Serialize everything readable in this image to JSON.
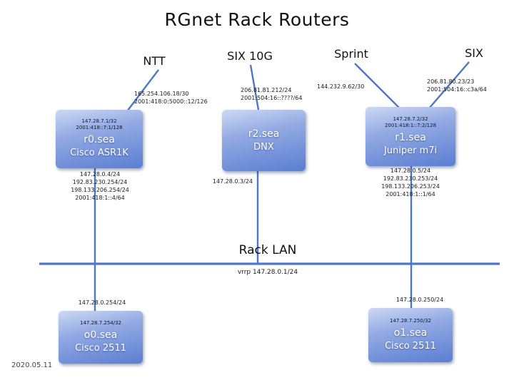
{
  "title": "RGnet Rack Routers",
  "footer_date": "2020.05.11",
  "lan": {
    "label": "Rack LAN",
    "vrrp": "vrrp 147.28.0.1/24"
  },
  "uplinks": {
    "ntt": {
      "label": "NTT",
      "addrs": [
        "165.254.106.18/30",
        "2001:418:0:5000::12/126"
      ]
    },
    "six10g": {
      "label": "SIX 10G",
      "addrs": [
        "206.81.81.212/24",
        "2001:504:16::????/64"
      ]
    },
    "sprint": {
      "label": "Sprint",
      "addrs": [
        "144.232.9.62/30"
      ]
    },
    "six": {
      "label": "SIX",
      "addrs": [
        "206.81.80.23/23",
        "2001:504:16::c3a/64"
      ]
    }
  },
  "routers": {
    "r0": {
      "name": "r0.sea",
      "model": "Cisco ASR1K",
      "loopbacks": [
        "147.28.7.1/32",
        "2001:418::7:1/128"
      ],
      "lan_addrs": [
        "147.28.0.4/24",
        "192.83.230.254/24",
        "198.133.206.254/24",
        "2001:418:1::4/64"
      ]
    },
    "r2": {
      "name": "r2.sea",
      "model": "DNX",
      "lan_addrs": [
        "147.28.0.3/24"
      ]
    },
    "r1": {
      "name": "r1.sea",
      "model": "Juniper m7i",
      "loopbacks": [
        "147.28.7.2/32",
        "2001:418:1::7:2/128"
      ],
      "lan_addrs": [
        "147.28.0.5/24",
        "192.83.230.253/24",
        "198.133.206.253/24",
        "2001:418:1::1/64"
      ]
    },
    "o0": {
      "name": "o0.sea",
      "model": "Cisco 2511",
      "loopbacks": [
        "147.28.7.254/32"
      ],
      "lan_addrs": [
        "147.28.0.254/24"
      ]
    },
    "o1": {
      "name": "o1.sea",
      "model": "Cisco 2511",
      "loopbacks": [
        "147.28.7.250/32"
      ],
      "lan_addrs": [
        "147.28.0.250/24"
      ]
    }
  }
}
